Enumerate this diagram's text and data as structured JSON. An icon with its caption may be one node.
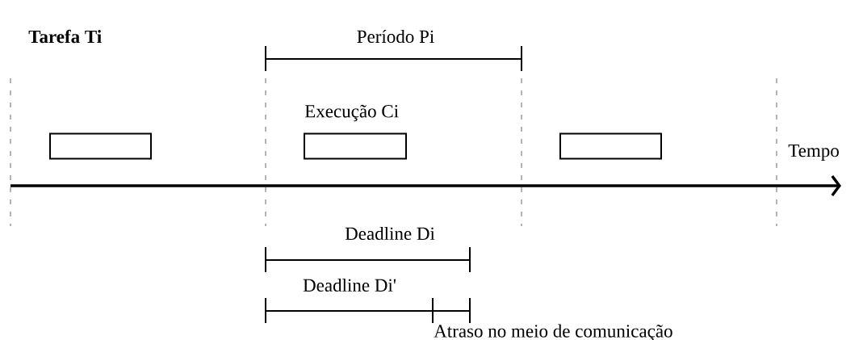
{
  "diagram": {
    "title": "Tarefa Ti",
    "nodes": [
      {
        "text": [],
        "shape": "box"
      },
      {
        "text": [],
        "shape": "box",
        "beside": [
          "Execução Ci"
        ]
      },
      {
        "text": [],
        "shape": "box"
      }
    ],
    "labels": [
      "Período Pi",
      "Tempo",
      "Deadline Di",
      "Deadline Di'",
      "Atraso no meio de comunicação"
    ]
  }
}
